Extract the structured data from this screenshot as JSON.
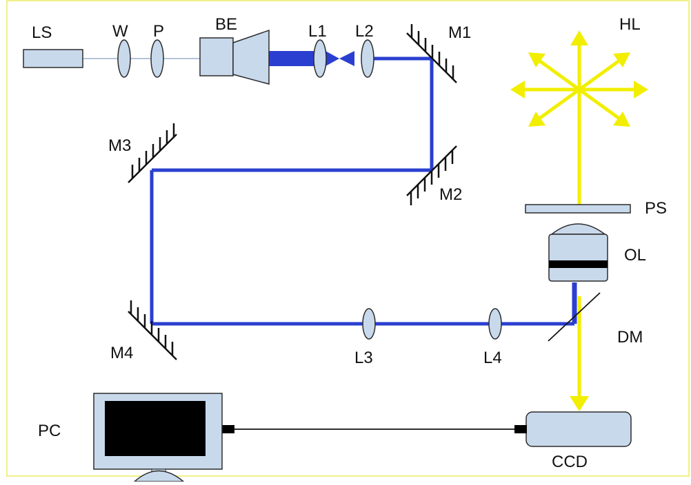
{
  "diagram": {
    "labels": {
      "LS": "LS",
      "W": "W",
      "P": "P",
      "BE": "BE",
      "L1": "L1",
      "L2": "L2",
      "M1": "M1",
      "HL": "HL",
      "M3": "M3",
      "M2": "M2",
      "PS": "PS",
      "OL": "OL",
      "DM": "DM",
      "M4": "M4",
      "L3": "L3",
      "L4": "L4",
      "PC": "PC",
      "CCD": "CCD"
    },
    "colors": {
      "beam": "#2a3fd0",
      "light": "#f2ee00",
      "component_fill": "#c9d9ec",
      "outline": "#2b2b2b",
      "border": "#f0f08a",
      "screen": "#000000"
    }
  }
}
